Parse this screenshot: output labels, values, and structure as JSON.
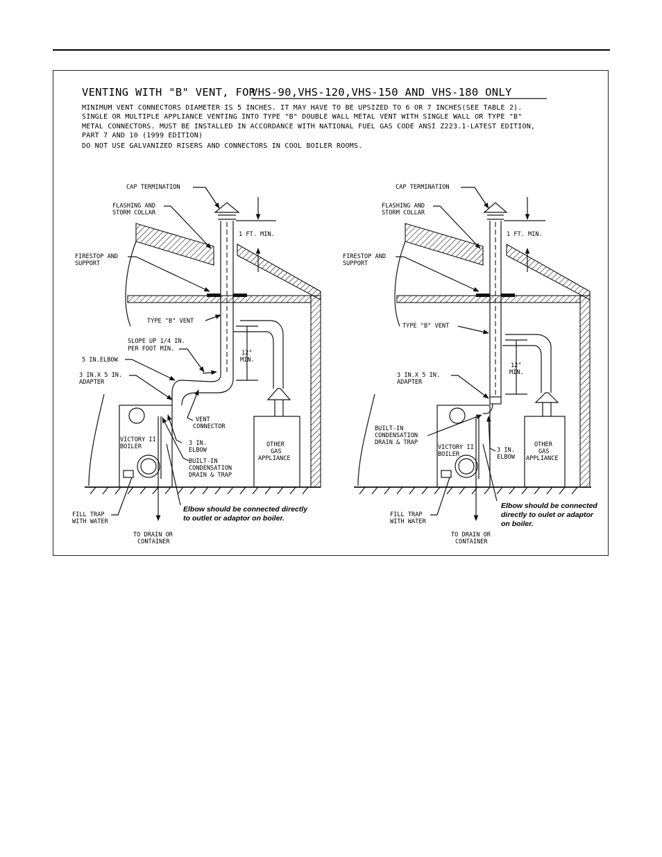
{
  "header": {
    "title_prefix": "VENTING WITH \"B\" VENT, FOR",
    "title_models": "VHS-90,VHS-120,VHS-150 AND VHS-180 ONLY",
    "notes": [
      "MINIMUM VENT CONNECTORS DIAMETER IS 5 INCHES. IT MAY HAVE TO BE UPSIZED TO 6 OR 7 INCHES(SEE TABLE 2).",
      "SINGLE OR MULTIPLE APPLIANCE VENTING INTO TYPE \"B\" DOUBLE WALL METAL VENT WITH SINGLE WALL OR TYPE \"B\"",
      "METAL CONNECTORS. MUST BE INSTALLED IN ACCORDANCE WITH NATIONAL FUEL GAS CODE ANSI Z223.1-LATEST EDITION,",
      "PART 7 AND 10 (1999 EDITION)",
      "DO NOT USE GALVANIZED RISERS AND CONNECTORS IN COOL BOILER ROOMS."
    ]
  },
  "left_diagram": {
    "cap_termination": "CAP TERMINATION",
    "flashing": [
      "FLASHING AND",
      "STORM COLLAR"
    ],
    "firestop": [
      "FIRESTOP AND",
      "SUPPORT"
    ],
    "one_ft_min": "1 FT. MIN.",
    "type_b_vent": "TYPE \"B\" VENT",
    "slope": [
      "SLOPE UP 1/4 IN.",
      "PER FOOT MIN."
    ],
    "twelve_min": [
      "12\"",
      "MIN."
    ],
    "five_in_elbow": "5 IN.ELBOW",
    "adapter": [
      "3 IN.X 5 IN.",
      "ADAPTER"
    ],
    "vent_connector": [
      "VENT",
      "CONNECTOR"
    ],
    "boiler": [
      "VICTORY II",
      "BOILER"
    ],
    "three_in_elbow": [
      "3 IN.",
      "ELBOW"
    ],
    "built_in": [
      "BUILT-IN",
      "CONDENSATION",
      "DRAIN & TRAP"
    ],
    "other_appliance": [
      "OTHER",
      "GAS",
      "APPLIANCE"
    ],
    "fill_trap": [
      "FILL TRAP",
      "WITH WATER"
    ],
    "to_drain": [
      "TO DRAIN OR",
      "CONTAINER"
    ],
    "elbow_note": [
      "Elbow should be connected directly",
      "to outlet or adaptor on boiler."
    ]
  },
  "right_diagram": {
    "cap_termination": "CAP TERMINATION",
    "flashing": [
      "FLASHING AND",
      "STORM COLLAR"
    ],
    "firestop": [
      "FIRESTOP AND",
      "SUPPORT"
    ],
    "one_ft_min": "1 FT. MIN.",
    "type_b_vent": "TYPE \"B\" VENT",
    "twelve_min": [
      "12\"",
      "MIN."
    ],
    "adapter": [
      "3 IN.X 5 IN.",
      "ADAPTER"
    ],
    "built_in": [
      "BUILT-IN",
      "CONDENSATION",
      "DRAIN & TRAP"
    ],
    "boiler": [
      "VICTORY II",
      "BOILER"
    ],
    "three_in_elbow": [
      "3 IN.",
      "ELBOW"
    ],
    "other_appliance": [
      "OTHER",
      "GAS",
      "APPLIANCE"
    ],
    "fill_trap": [
      "FILL TRAP",
      "WITH WATER"
    ],
    "to_drain": [
      "TO DRAIN OR",
      "CONTAINER"
    ],
    "elbow_note": [
      "Elbow should be connected",
      "directly to oulet or adaptor",
      "on boiler."
    ]
  }
}
